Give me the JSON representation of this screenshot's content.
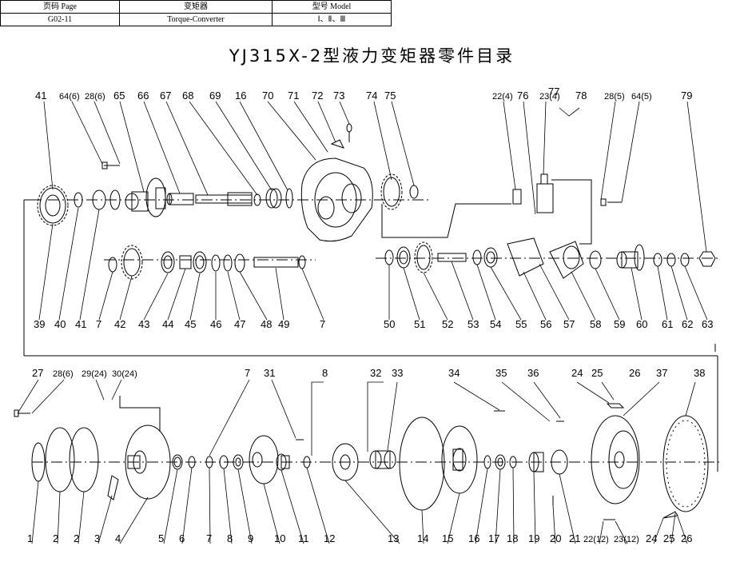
{
  "header": {
    "page_label": "页码 Page",
    "page_value": "G02-11",
    "component_label": "变矩器",
    "component_value": "Torque-Converter",
    "model_label": "型号  Model",
    "model_value": "Ⅰ、Ⅱ、Ⅲ"
  },
  "title": "YJ315X-2型液力变矩器零件目录",
  "callouts_top_upper": [
    "41",
    "64(6)",
    "28(6)",
    "65",
    "66",
    "67",
    "68",
    "69",
    "16",
    "70",
    "71",
    "72",
    "73",
    "74",
    "75",
    "22(4)",
    "76",
    "23(4)",
    "77",
    "78",
    "28(5)",
    "64(5)",
    "79"
  ],
  "callouts_top_lower": [
    "39",
    "40",
    "41",
    "7",
    "42",
    "43",
    "44",
    "45",
    "46",
    "47",
    "48",
    "49",
    "7",
    "50",
    "51",
    "52",
    "53",
    "54",
    "55",
    "56",
    "57",
    "58",
    "59",
    "60",
    "61",
    "62",
    "63"
  ],
  "callouts_bottom_upper": [
    "27",
    "28(6)",
    "29(24)",
    "30(24)",
    "7",
    "31",
    "8",
    "32",
    "33",
    "34",
    "35",
    "36",
    "24",
    "25",
    "26",
    "37",
    "38"
  ],
  "callouts_bottom_lower": [
    "1",
    "2",
    "2",
    "3",
    "4",
    "5",
    "6",
    "7",
    "8",
    "9",
    "10",
    "11",
    "12",
    "13",
    "14",
    "15",
    "16",
    "17",
    "18",
    "19",
    "20",
    "21",
    "22(12)",
    "23(12)",
    "24",
    "25",
    "26"
  ]
}
